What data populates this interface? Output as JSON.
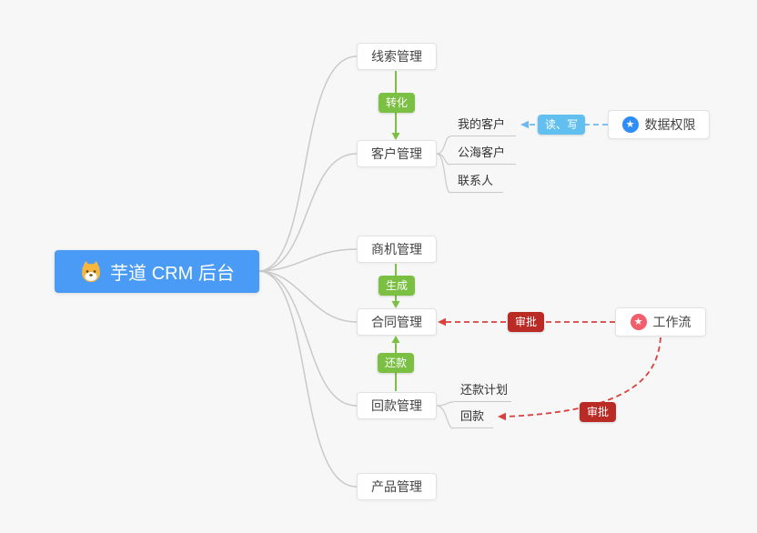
{
  "root": {
    "label": "芋道 CRM 后台",
    "icon": "shiba-dog-icon"
  },
  "modules": {
    "leads": "线索管理",
    "customers": "客户管理",
    "opportunities": "商机管理",
    "contracts": "合同管理",
    "receivables": "回款管理",
    "products": "产品管理"
  },
  "customer_children": {
    "my_customers": "我的客户",
    "public_sea": "公海客户",
    "contacts": "联系人"
  },
  "receivable_children": {
    "repayment_plan": "还款计划",
    "repayment": "回款"
  },
  "side_nodes": {
    "data_permission": "数据权限",
    "workflow": "工作流"
  },
  "badges": {
    "convert": "转化",
    "generate": "生成",
    "repay": "还款",
    "read_write": "读、写",
    "approve_contract": "审批",
    "approve_receivable": "审批"
  },
  "icons": {
    "data_permission": "star-badge-icon",
    "workflow": "star-badge-icon"
  },
  "colors": {
    "background": "#f7f7f7",
    "root_bg": "#4a9bf6",
    "link_green": "#7bc043",
    "badge_blue": "#62c0f0",
    "badge_red": "#bb2b25",
    "line_red": "#d9413d",
    "line_blue": "#6db9f2",
    "line_gray": "#c9c9c9"
  }
}
